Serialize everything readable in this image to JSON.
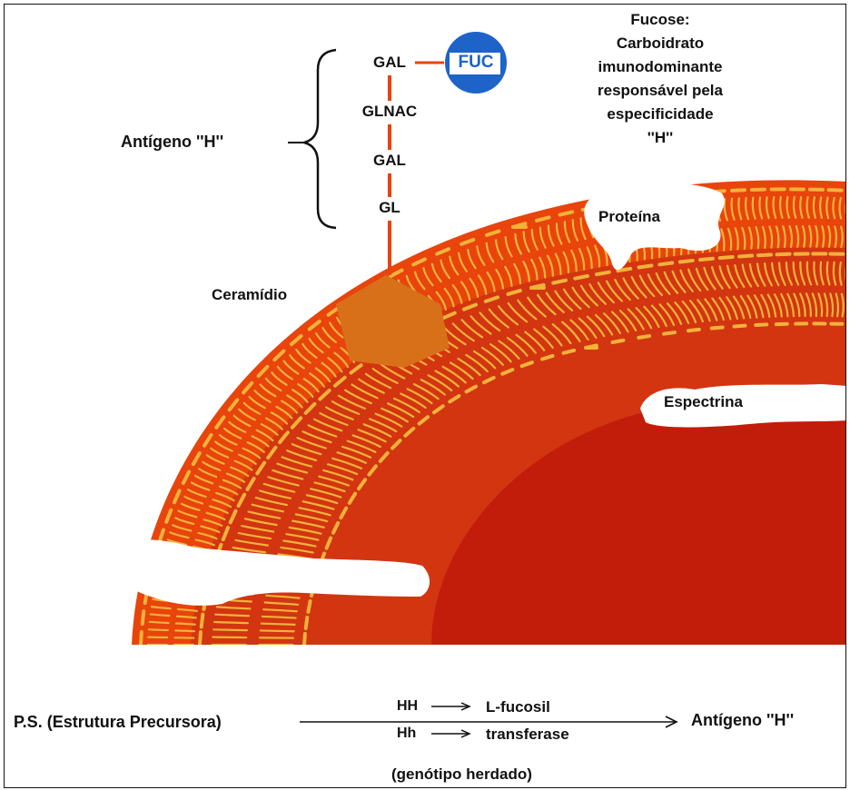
{
  "diagram": {
    "antigen_label": "Antígeno ''H''",
    "chain": [
      "GAL",
      "GLNAC",
      "GAL",
      "GL"
    ],
    "fucose_badge": "FUC",
    "fucose_note": [
      "Fucose:",
      "Carboidrato",
      "imunodominante",
      "responsável pela",
      "especificidade",
      "''H''"
    ],
    "ceramide_label": "Ceramídio",
    "protein_label": "Proteína",
    "spectrin_label": "Espectrina"
  },
  "reaction": {
    "precursor": "P.S. (Estrutura Precursora)",
    "genotype_1": "HH",
    "genotype_2": "Hh",
    "enzyme_1": "L-fucosil",
    "enzyme_2": "transferase",
    "product": "Antígeno ''H''",
    "inheritance_note": "(genótipo herdado)"
  },
  "colors": {
    "membrane_outer": "#e8440c",
    "membrane_dark": "#c82a08",
    "lipid_tails": "#f2b23a",
    "cytoplasm": "#c21d0a",
    "fucose_badge": "#1e63c8",
    "chain_line": "#e8440c",
    "ceramide": "#d8701a"
  }
}
